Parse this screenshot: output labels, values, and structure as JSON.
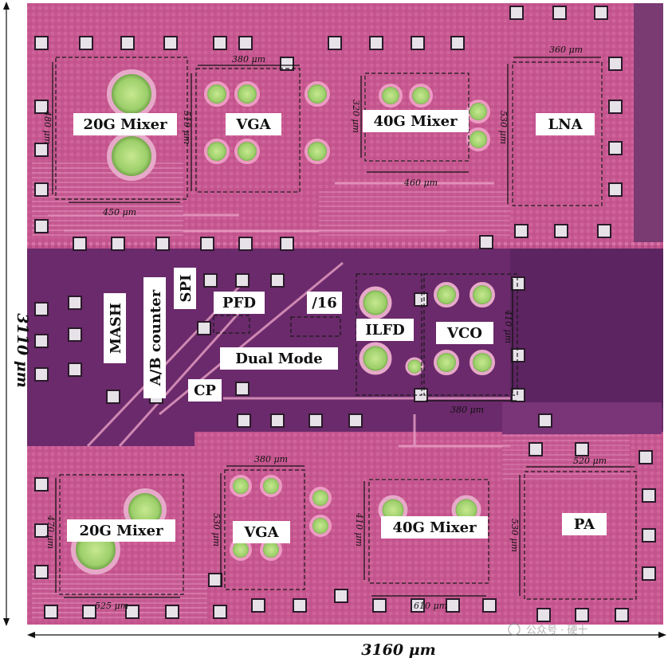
{
  "blocks": {
    "mixer20_top": "20G Mixer",
    "vga_top": "VGA",
    "mixer40_top": "40G Mixer",
    "lna": "LNA",
    "mash": "MASH",
    "ab_counter": "A/B counter",
    "spi": "SPI",
    "pfd": "PFD",
    "div16": "/16",
    "dual_mode": "Dual Mode",
    "cp": "CP",
    "ilfd": "ILFD",
    "vco": "VCO",
    "mixer20_bottom": "20G Mixer",
    "vga_bottom": "VGA",
    "mixer40_bottom": "40G Mixer",
    "pa": "PA"
  },
  "dimensions": {
    "mixer20_top_h": "480 μm",
    "mixer20_top_w": "450 μm",
    "vga_top_w": "380 μm",
    "vga_top_h": "510 μm",
    "mixer40_top_h": "320 μm",
    "mixer40_top_w": "460 μm",
    "lna_w": "360 μm",
    "lna_h": "530 μm",
    "vco_h": "410 μm",
    "vco_w": "380 μm",
    "mixer20_bottom_h": "470 μm",
    "mixer20_bottom_w": "525 μm",
    "vga_bottom_w": "380 μm",
    "vga_bottom_h": "530 μm",
    "mixer40_bottom_h": "410 μm",
    "mixer40_bottom_w": "610 μm",
    "pa_w": "520 μm",
    "pa_h": "530 μm",
    "chip_height": "3110 μm",
    "chip_width": "3160 μm"
  },
  "watermark": "公众号 · 硬十",
  "colors": {
    "die_pink": "#c8578f",
    "die_magenta": "#b0457f",
    "middle_purple": "#6b2a6b",
    "inductor_green": "#9ccf6a",
    "metal_light": "#e08ab8"
  }
}
